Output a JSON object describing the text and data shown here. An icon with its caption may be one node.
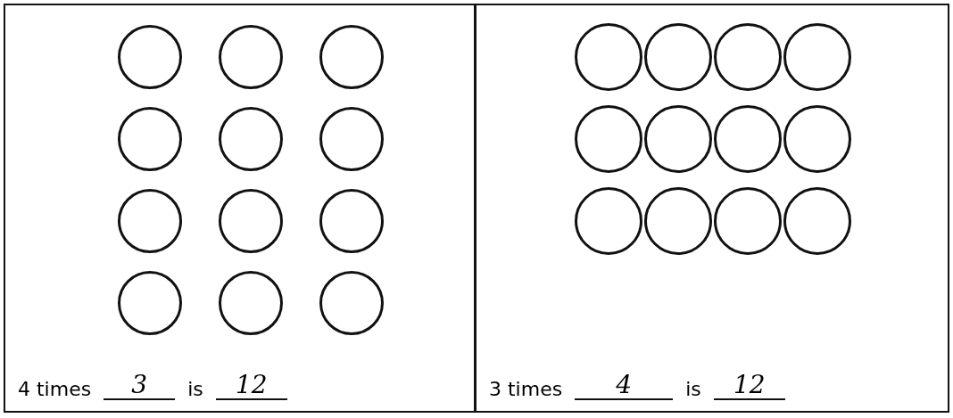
{
  "diagram": {
    "nodes": [
      {
        "text": [
          "4 times",
          "3",
          "is",
          "12"
        ]
      },
      {
        "text": [],
        "shape": "circle",
        "in": 0
      },
      {
        "text": [],
        "shape": "circle",
        "in": 0
      },
      {
        "text": [],
        "shape": "circle",
        "in": 0
      },
      {
        "text": [],
        "shape": "circle",
        "in": 0
      },
      {
        "text": [],
        "shape": "circle",
        "in": 0
      },
      {
        "text": [],
        "shape": "circle",
        "in": 0
      },
      {
        "text": [],
        "shape": "circle",
        "in": 0
      },
      {
        "text": [],
        "shape": "circle",
        "in": 0
      },
      {
        "text": [],
        "shape": "circle",
        "in": 0
      },
      {
        "text": [],
        "shape": "circle",
        "in": 0
      },
      {
        "text": [],
        "shape": "circle",
        "in": 0
      },
      {
        "text": [],
        "shape": "circle",
        "in": 0
      },
      {
        "text": [
          "3 times",
          "4",
          "is",
          "12"
        ]
      },
      {
        "text": [],
        "shape": "circle",
        "in": 13
      },
      {
        "text": [],
        "shape": "circle",
        "in": 13
      },
      {
        "text": [],
        "shape": "circle",
        "in": 13
      },
      {
        "text": [],
        "shape": "circle",
        "in": 13
      },
      {
        "text": [],
        "shape": "circle",
        "in": 13
      },
      {
        "text": [],
        "shape": "circle",
        "in": 13
      },
      {
        "text": [],
        "shape": "circle",
        "in": 13
      },
      {
        "text": [],
        "shape": "circle",
        "in": 13
      },
      {
        "text": [],
        "shape": "circle",
        "in": 13
      },
      {
        "text": [],
        "shape": "circle",
        "in": 13
      },
      {
        "text": [],
        "shape": "circle",
        "in": 13
      },
      {
        "text": [],
        "shape": "circle",
        "in": 13
      }
    ]
  }
}
